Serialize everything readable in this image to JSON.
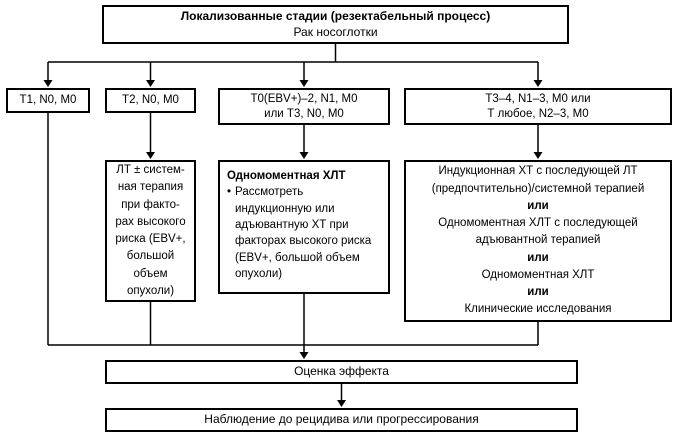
{
  "colors": {
    "box_border": "#000000",
    "connector_line": "#000000",
    "background": "#ffffff",
    "text": "#000000"
  },
  "diagram": {
    "title": {
      "line1": "Локализованные стадии (резектабельный процесс)",
      "line2": "Рак носоглотки"
    },
    "stages": {
      "t1": {
        "label": "T1, N0, M0"
      },
      "t2": {
        "label": "T2, N0, M0"
      },
      "t0": {
        "line1": "T0(EBV+)–2, N1, M0",
        "line2": "или T3, N0, M0"
      },
      "t34": {
        "line1": "T3–4, N1–3, M0 или",
        "line2": "Т любое, N2–3, M0"
      }
    },
    "treatments": {
      "lt": {
        "lines": [
          "ЛТ ± систем-",
          "ная терапия",
          "при факто-",
          "рах высокого",
          "риска (EBV+,",
          "большой",
          "объем",
          "опухоли)"
        ]
      },
      "chemo": {
        "heading": "Одномоментная ХЛТ",
        "bullet": "•",
        "bullet_text": "Рассмотреть индукционную или адъювантную ХТ при факторах высокого риска (EBV+, большой объем опухоли)"
      },
      "induction": {
        "lines": [
          "Индукционная ХТ с последующей ЛТ",
          "(предпочтительно)/системной терапией",
          "или",
          "Одномоментная ХЛТ с последующей",
          "адъювантной терапией",
          "или",
          "Одномоментная ХЛТ",
          "или",
          "Клинические исследования"
        ]
      }
    },
    "evaluation": "Оценка эффекта",
    "followup": "Наблюдение до рецидива или прогрессирования"
  }
}
